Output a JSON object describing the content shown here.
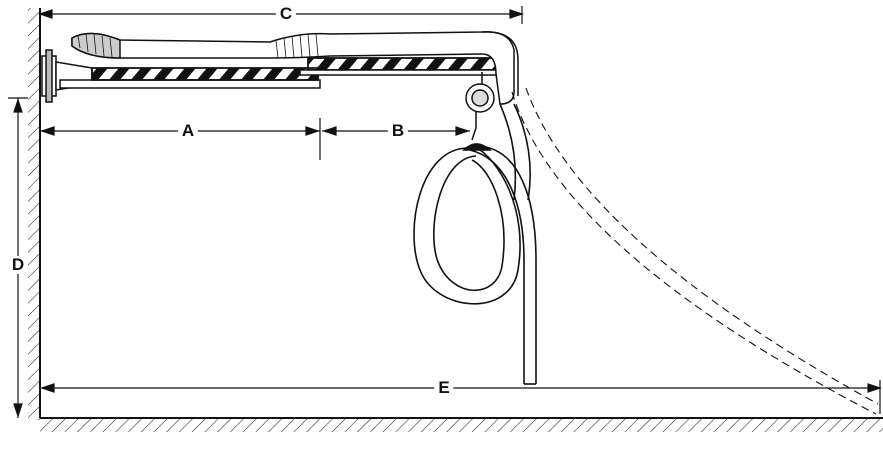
{
  "labels": {
    "a": "A",
    "b": "B",
    "c": "C",
    "d": "D",
    "e": "E"
  },
  "colors": {
    "ink": "#111111",
    "paper": "#ffffff",
    "shade": "#cfcfcf"
  }
}
